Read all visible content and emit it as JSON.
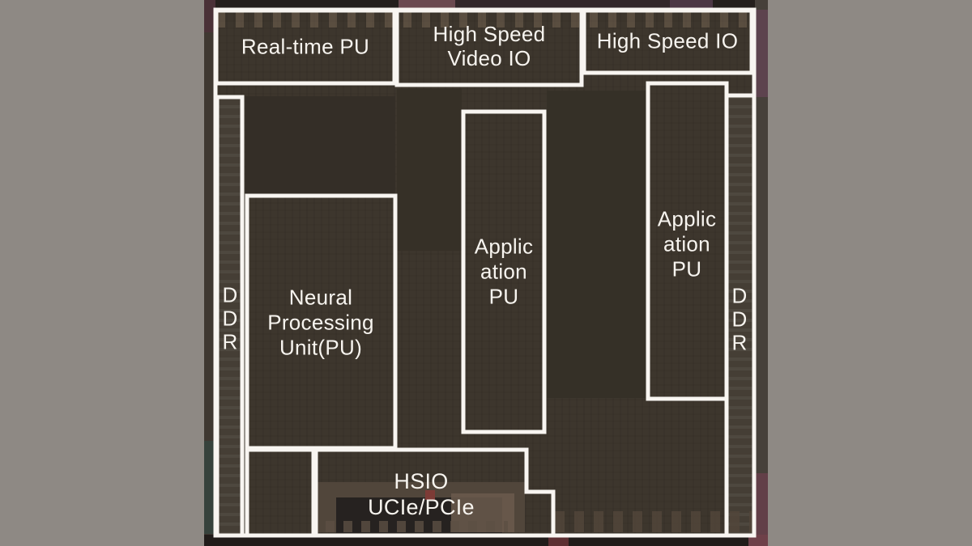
{
  "theme": {
    "annotation_white": "#f8f5f1",
    "label_text": "#f7f4ef",
    "surround_gray": "#8e8984",
    "die_base": "#3d362d"
  },
  "figure": {
    "type": "chip-die-floorplan-annotation"
  },
  "regions": {
    "real_time_pu": {
      "label": "Real-time PU"
    },
    "high_speed_video_io": {
      "line1": "High Speed",
      "line2": "Video IO"
    },
    "high_speed_io": {
      "label": "High Speed IO"
    },
    "ddr_left": {
      "letters": [
        "D",
        "D",
        "R"
      ]
    },
    "neural_processing_unit": {
      "line1": "Neural",
      "line2": "Processing",
      "line3": "Unit(PU)"
    },
    "application_pu_center": {
      "line1": "Applic",
      "line2": "ation",
      "line3": "PU"
    },
    "application_pu_right": {
      "line1": "Applic",
      "line2": "ation",
      "line3": "PU"
    },
    "ddr_right": {
      "letters": [
        "D",
        "D",
        "R"
      ]
    },
    "hsio_ucie_pcie": {
      "line1": "HSIO",
      "line2": "UCIe/PCIe"
    }
  }
}
